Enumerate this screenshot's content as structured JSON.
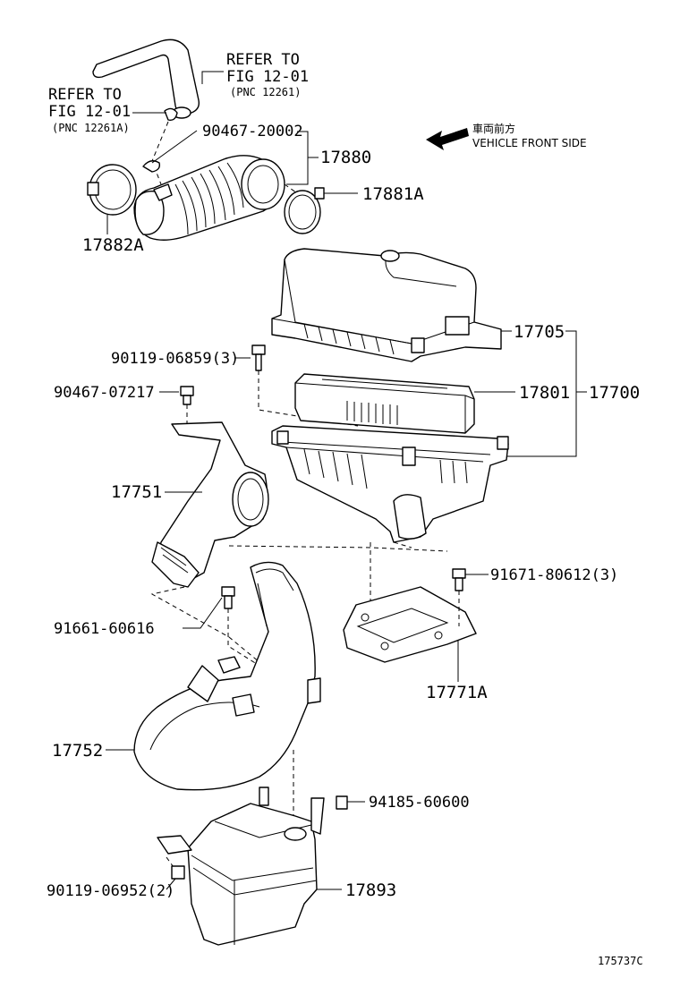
{
  "refs": {
    "top_right": {
      "line1": "REFER TO",
      "line2": "FIG 12-01",
      "line3": "(PNC 12261)"
    },
    "top_left": {
      "line1": "REFER TO",
      "line2": "FIG 12-01",
      "line3": "(PNC 12261A)"
    }
  },
  "direction_note": {
    "japanese": "車両前方",
    "english": "VEHICLE FRONT SIDE"
  },
  "part_labels": {
    "p_90467_20002": "90467-20002",
    "p_17880": "17880",
    "p_17881A": "17881A",
    "p_17882A": "17882A",
    "p_17705": "17705",
    "p_90119_06859": "90119-06859(3)",
    "p_17801": "17801",
    "p_17700": "17700",
    "p_90467_07217": "90467-07217",
    "p_17751": "17751",
    "p_91671_80612": "91671-80612(3)",
    "p_91661_60616": "91661-60616",
    "p_17771A": "17771A",
    "p_17752": "17752",
    "p_94185_60600": "94185-60600",
    "p_90119_06952": "90119-06952(2)",
    "p_17893": "17893"
  },
  "figure_id": "175737C"
}
